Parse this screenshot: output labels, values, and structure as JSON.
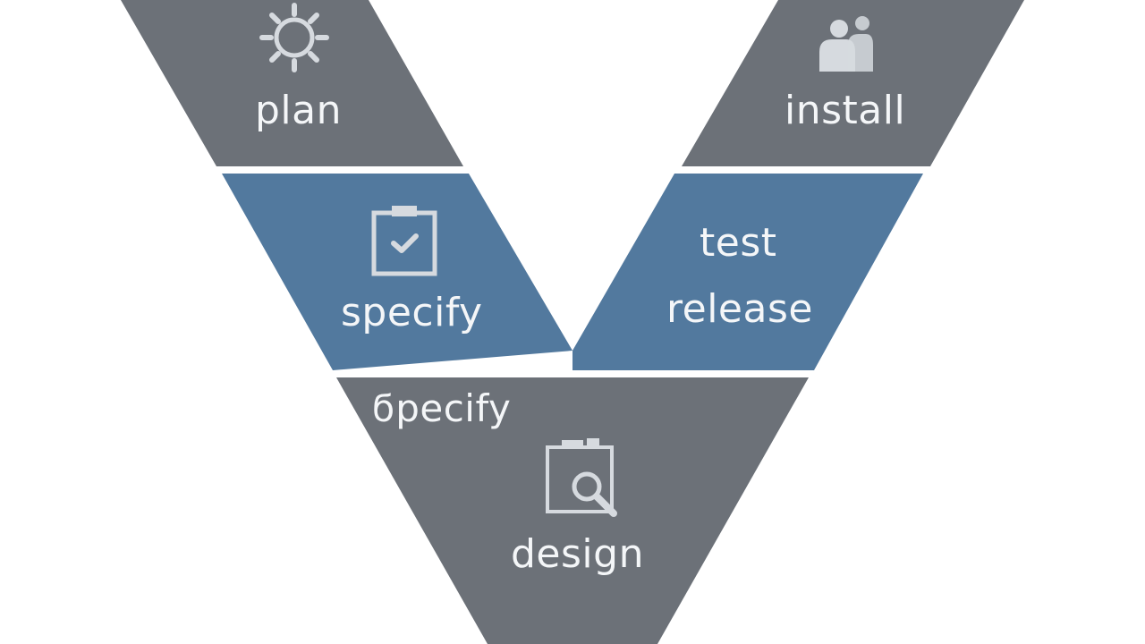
{
  "colors": {
    "gray": "#6c7178",
    "blue": "#52799e",
    "label": "#f4f6f8",
    "icon": "#d6dadf",
    "background": "#ffffff"
  },
  "sections": {
    "plan": {
      "label": "plan",
      "icon": "gear-icon"
    },
    "install": {
      "label": "install",
      "icon": "people-icon"
    },
    "specify": {
      "label": "specify",
      "icon": "clipboard-check-icon"
    },
    "test_release": {
      "line1": "test",
      "line2": "release"
    },
    "bottom": {
      "heading": "ϭpecify",
      "label": "design",
      "icon": "clipboard-search-icon"
    }
  }
}
